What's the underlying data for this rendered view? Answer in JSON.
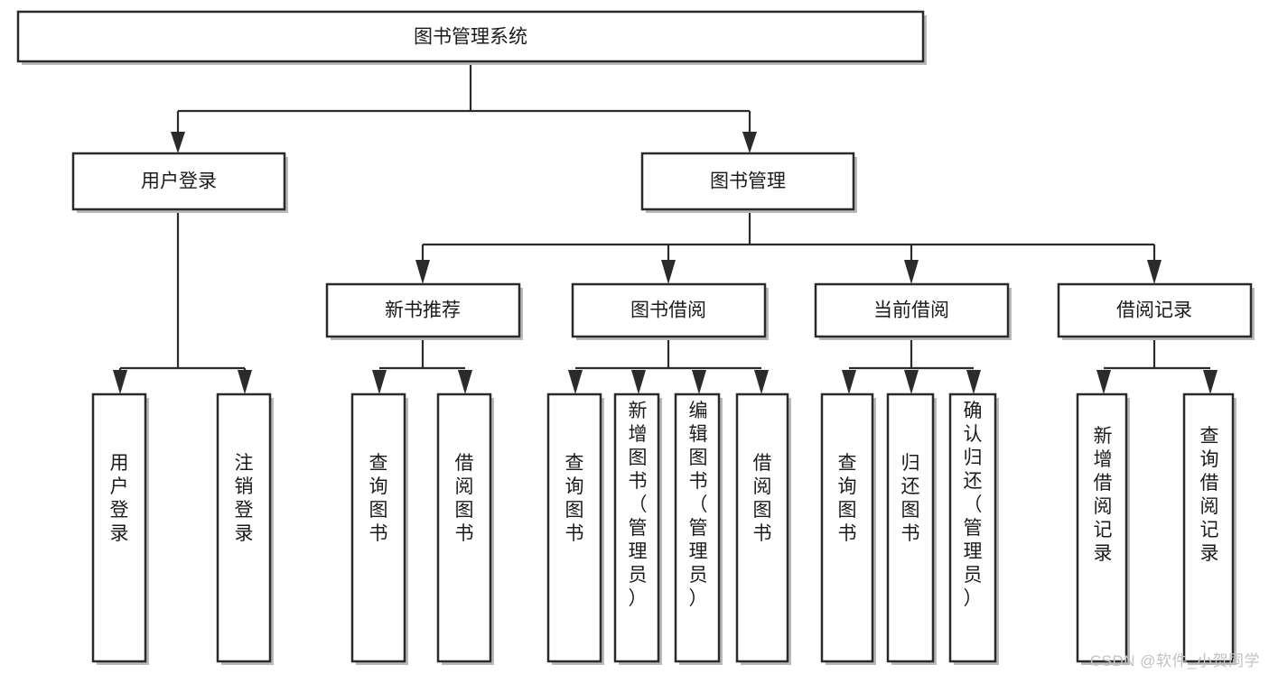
{
  "diagram": {
    "type": "tree",
    "title": "图书管理系统",
    "watermark": "CSDN @软件_小贺同学",
    "colors": {
      "background": "#ffffff",
      "stroke": "#2b2b2b",
      "box_fill": "#ffffff",
      "shadow": "#b9b9b9",
      "text": "#1b1b1b",
      "watermark": "#c2c2c2"
    },
    "root": {
      "label": "图书管理系统"
    },
    "level2": [
      {
        "label": "用户登录"
      },
      {
        "label": "图书管理"
      }
    ],
    "level3": [
      {
        "label": "新书推荐"
      },
      {
        "label": "图书借阅"
      },
      {
        "label": "当前借阅"
      },
      {
        "label": "借阅记录"
      }
    ],
    "leaves": [
      {
        "label": "用户登录",
        "parent": "用户登录"
      },
      {
        "label": "注销登录",
        "parent": "用户登录"
      },
      {
        "label": "查询图书",
        "parent": "新书推荐"
      },
      {
        "label": "借阅图书",
        "parent": "新书推荐"
      },
      {
        "label": "查询图书",
        "parent": "图书借阅"
      },
      {
        "label": "新增图书（管理员）",
        "parent": "图书借阅"
      },
      {
        "label": "编辑图书（管理员）",
        "parent": "图书借阅"
      },
      {
        "label": "借阅图书",
        "parent": "图书借阅"
      },
      {
        "label": "查询图书",
        "parent": "当前借阅"
      },
      {
        "label": "归还图书",
        "parent": "当前借阅"
      },
      {
        "label": "确认归还（管理员）",
        "parent": "当前借阅"
      },
      {
        "label": "新增借阅记录",
        "parent": "借阅记录"
      },
      {
        "label": "查询借阅记录",
        "parent": "借阅记录"
      }
    ]
  }
}
